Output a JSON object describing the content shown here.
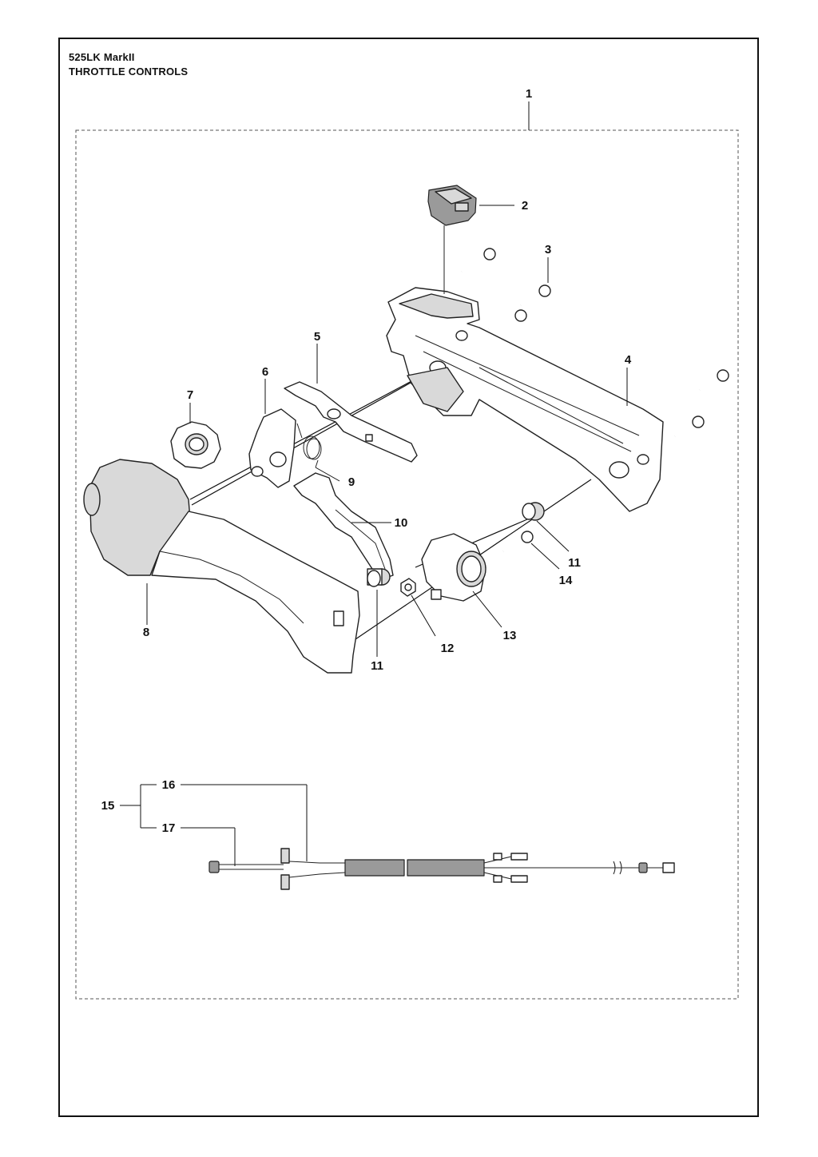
{
  "header": {
    "model": "525LK MarkII",
    "section": "THROTTLE CONTROLS"
  },
  "callouts": {
    "c1": "1",
    "c2": "2",
    "c3": "3",
    "c4": "4",
    "c5": "5",
    "c6": "6",
    "c7": "7",
    "c8": "8",
    "c9": "9",
    "c10": "10",
    "c11a": "11",
    "c11b": "11",
    "c12": "12",
    "c13": "13",
    "c14": "14",
    "c15": "15",
    "c16": "16",
    "c17": "17"
  }
}
